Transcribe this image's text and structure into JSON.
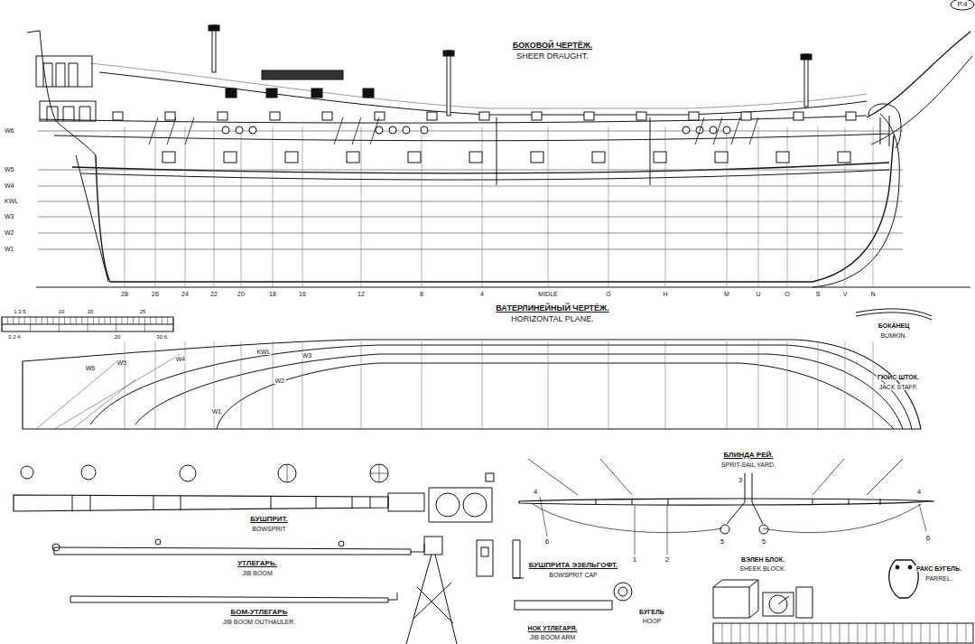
{
  "diagram": {
    "labels": [
      "P.4",
      "БОКОВОЙ ЧЕРТЁЖ.",
      "SHEER DRAUGHT.",
      "W6",
      "W5",
      "W4",
      "KWL",
      "W3",
      "W2",
      "W1",
      "28",
      "26",
      "24",
      "22",
      "20",
      "18",
      "16",
      "12",
      "8",
      "4",
      "MIDLE",
      "G",
      "H",
      "M",
      "U",
      "O",
      "S",
      "V",
      "N",
      "1 3 5",
      "10",
      "15",
      "25",
      "0 2 4",
      "20",
      "30 ft.",
      "ВАТЕРЛИНЕЙНЫЙ ЧЕРТЁЖ.",
      "HORIZONTAL PLANE.",
      "W6",
      "W5",
      "W4",
      "KWL",
      "W3",
      "W2",
      "W1",
      "БОКАНЕЦ",
      "BUMKIN.",
      "ГЮЙС ШТОК.",
      "JACK STAFF.",
      "БУШПРИТ.",
      "BOWSPRIT",
      "УТЛЕГАРЬ.",
      "JIB BOOM",
      "БОМ-УТЛЕГАРЬ",
      "JIB BOOM OUTHAULER.",
      "БУШПРИТА ЭЗЕЛЬГОФТ.",
      "BOWSPRIT CAP",
      "БУГЕЛЬ",
      "HOOP",
      "НОК УТЛЕГАРЯ.",
      "JIB BOOM ARM",
      "БЛИНДА РЕЙ.",
      "SPRIT-SAIL YARD.",
      "4",
      "6",
      "1",
      "2",
      "3",
      "5",
      "5",
      "4",
      "6",
      "ВЭЛЕН БЛОК.",
      "SHEEK BLOCK.",
      "РАКС БУГЕЛЬ.",
      "PARREL."
    ]
  }
}
